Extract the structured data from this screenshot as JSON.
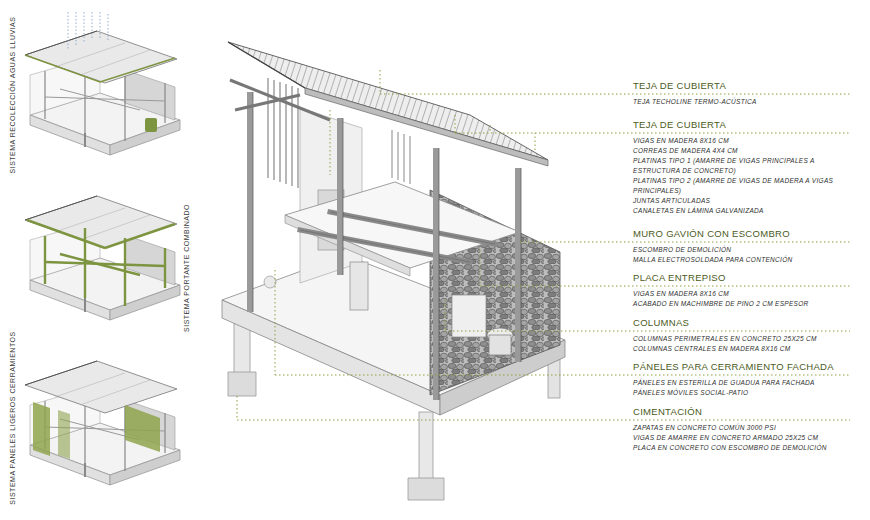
{
  "diagram": {
    "labels": [
      "SISTEMA RECOLECCIÓN AGUAS LLUVIAS",
      "SISTEMA PORTANTE COMBINADO",
      "SISTEMA PANELES LIGEROS CERRAMIENTOS",
      "TEJA DE CUBIERTA",
      "TEJA TECHOLINE TERMO-ACÚSTICA",
      "TEJA DE CUBIERTA",
      "VIGAS EN MADERA 8X16 CM",
      "CORREAS DE MADERA 4X4 CM",
      "PLATINAS TIPO 1 (AMARRE DE VIGAS PRINCIPALES A ESTRUCTURA DE CONCRETO)",
      "PLATINAS TIPO 2 (AMARRE DE VIGAS DE MADERA A VIGAS PRINCIPALES)",
      "JUNTAS ARTICULADAS",
      "CANALETAS EN LÁMINA GALVANIZADA",
      "MURO GAVIÓN CON ESCOMBRO",
      "ESCOMBRO DE DEMOLICIÓN",
      "MALLA ELECTROSOLDADA PARA CONTENCIÓN",
      "PLACA ENTREPISO",
      "VIGAS EN MADERA 8X16 CM",
      "ACABADO EN MACHIMBRE DE PINO 2 CM ESPESOR",
      "COLUMNAS",
      "COLUMNAS PERIMETRALES EN CONCRETO 25X25 CM",
      "COLUMNAS CENTRALES EN MADERA 8X16 CM",
      "PÁNELES PARA CERRAMIENTO FACHADA",
      "PÁNELES EN ESTERILLA DE GUADUA PARA FACHADA",
      "PÁNELES MÓVILES SOCIAL-PATIO",
      "CIMENTACIÓN",
      "ZAPATAS EN CONCRETO COMÚN 3000 PSI",
      "VIGAS DE AMARRE EN CONCRETO ARMADO 25X25 CM",
      "PLACA EN CONCRETO CON ESCOMBRO DE DEMOLICIÓN"
    ]
  }
}
